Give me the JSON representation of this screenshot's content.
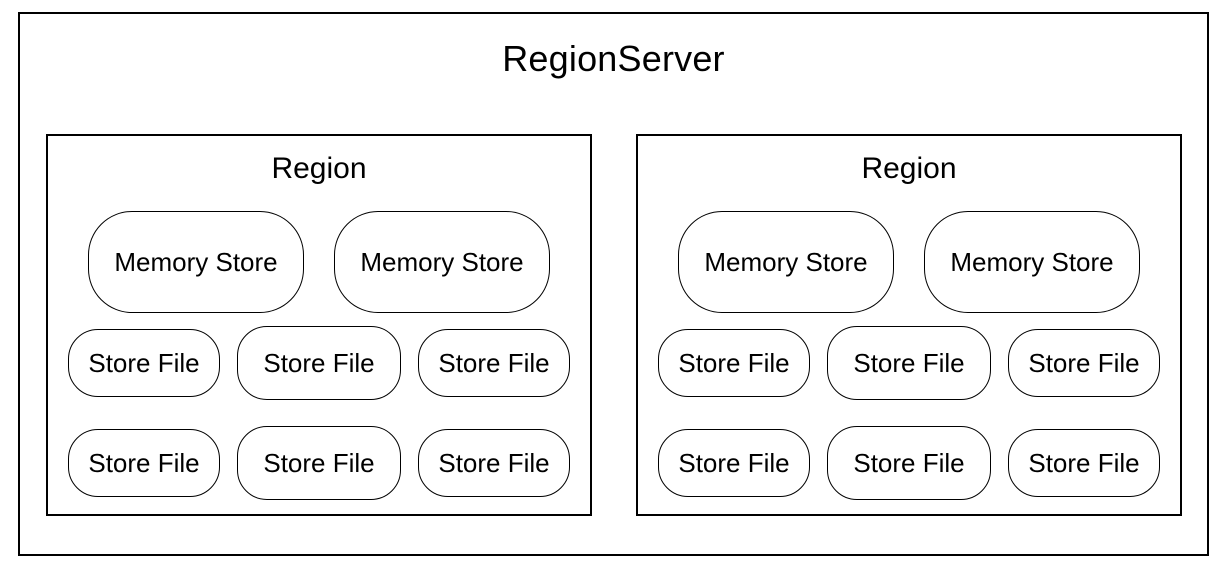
{
  "diagram": {
    "title": "RegionServer",
    "regions": [
      {
        "title": "Region",
        "memory_stores": [
          "Memory Store",
          "Memory Store"
        ],
        "store_files": [
          "Store File",
          "Store File",
          "Store File",
          "Store File",
          "Store File",
          "Store File"
        ]
      },
      {
        "title": "Region",
        "memory_stores": [
          "Memory Store",
          "Memory Store"
        ],
        "store_files": [
          "Store File",
          "Store File",
          "Store File",
          "Store File",
          "Store File",
          "Store File"
        ]
      }
    ]
  },
  "colors": {
    "background": "#ffffff",
    "border": "#000000",
    "text": "#000000"
  }
}
